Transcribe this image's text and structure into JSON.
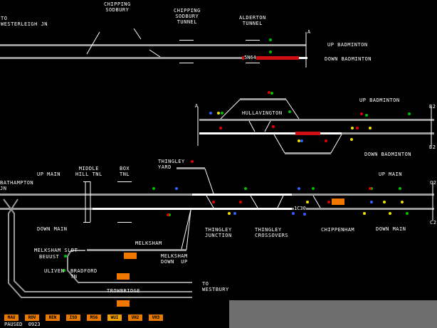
{
  "labels": {
    "to_westerleigh": "TO\nWESTERLEIGH JN",
    "chipping_sodbury": "CHIPPING\nSODBURY",
    "chipping_sodbury_tunnel": "CHIPPING\nSODBURY\nTUNNEL",
    "alderton_tunnel": "ALDERTON\nTUNNEL",
    "up_badminton_top": "UP BADMINTON",
    "down_badminton_top": "DOWN BADMINTON",
    "up_badminton_mid": "UP BADMINTON",
    "down_badminton_mid": "DOWN BADMINTON",
    "hullavington": "HULLAVINGTON",
    "thingley_yard": "THINGLEY\nYARD",
    "middle_hill_tnl": "MIDDLE\nHILL TNL",
    "box_tnl": "BOX\nTNL",
    "bathampton_jn": "BATHAMPTON\nJN",
    "up_main_left": "UP MAIN",
    "down_main_left": "DOWN MAIN",
    "up_main_right": "UP MAIN",
    "down_main_right": "DOWN MAIN",
    "thingley_junction": "THINGLEY\nJUNCTION",
    "thingley_crossovers": "THINGLEY\nCROSSOVERS",
    "chippenham": "CHIPPENHAM",
    "melksham": "MELKSHAM",
    "melksham_down_up": "MELKSHAM\nDOWN  UP",
    "melksham_sldt": "MELKSHAM SLDT",
    "beuust": "BEUUST",
    "uliven": "ULIVEN",
    "bradford_tn": "BRADFORD\nTN",
    "trowbridge": "TROWBRIDGE",
    "to_westbury": "TO\nWESTBURY",
    "marker_a_top": "A",
    "marker_a_mid": "A",
    "marker_b2": "B2",
    "marker_b2b": "B2",
    "marker_c2": "C2",
    "marker_c2b": "C2"
  },
  "berths": {
    "b1": "5N64",
    "b2": "1C30"
  },
  "buttons": [
    {
      "label": "MAU",
      "color": "#e87a00"
    },
    {
      "label": "ROV",
      "color": "#e87a00"
    },
    {
      "label": "REN",
      "color": "#e87a00"
    },
    {
      "label": "ISO",
      "color": "#e87a00"
    },
    {
      "label": "M56",
      "color": "#e87a00"
    },
    {
      "label": "WUI",
      "color": "#f0a000"
    },
    {
      "label": "VH2",
      "color": "#e87a00"
    },
    {
      "label": "VH3",
      "color": "#e87a00"
    }
  ],
  "status": "PAUSED  0923",
  "colors": {
    "track": "#ffffff",
    "unoccupied": "#9a9a9a",
    "occupied": "#d01010",
    "berth_block": "#f07800",
    "signal_green": "#00c000",
    "signal_red": "#e00000",
    "signal_yellow": "#f0e000",
    "signal_blue": "#3060ff"
  }
}
